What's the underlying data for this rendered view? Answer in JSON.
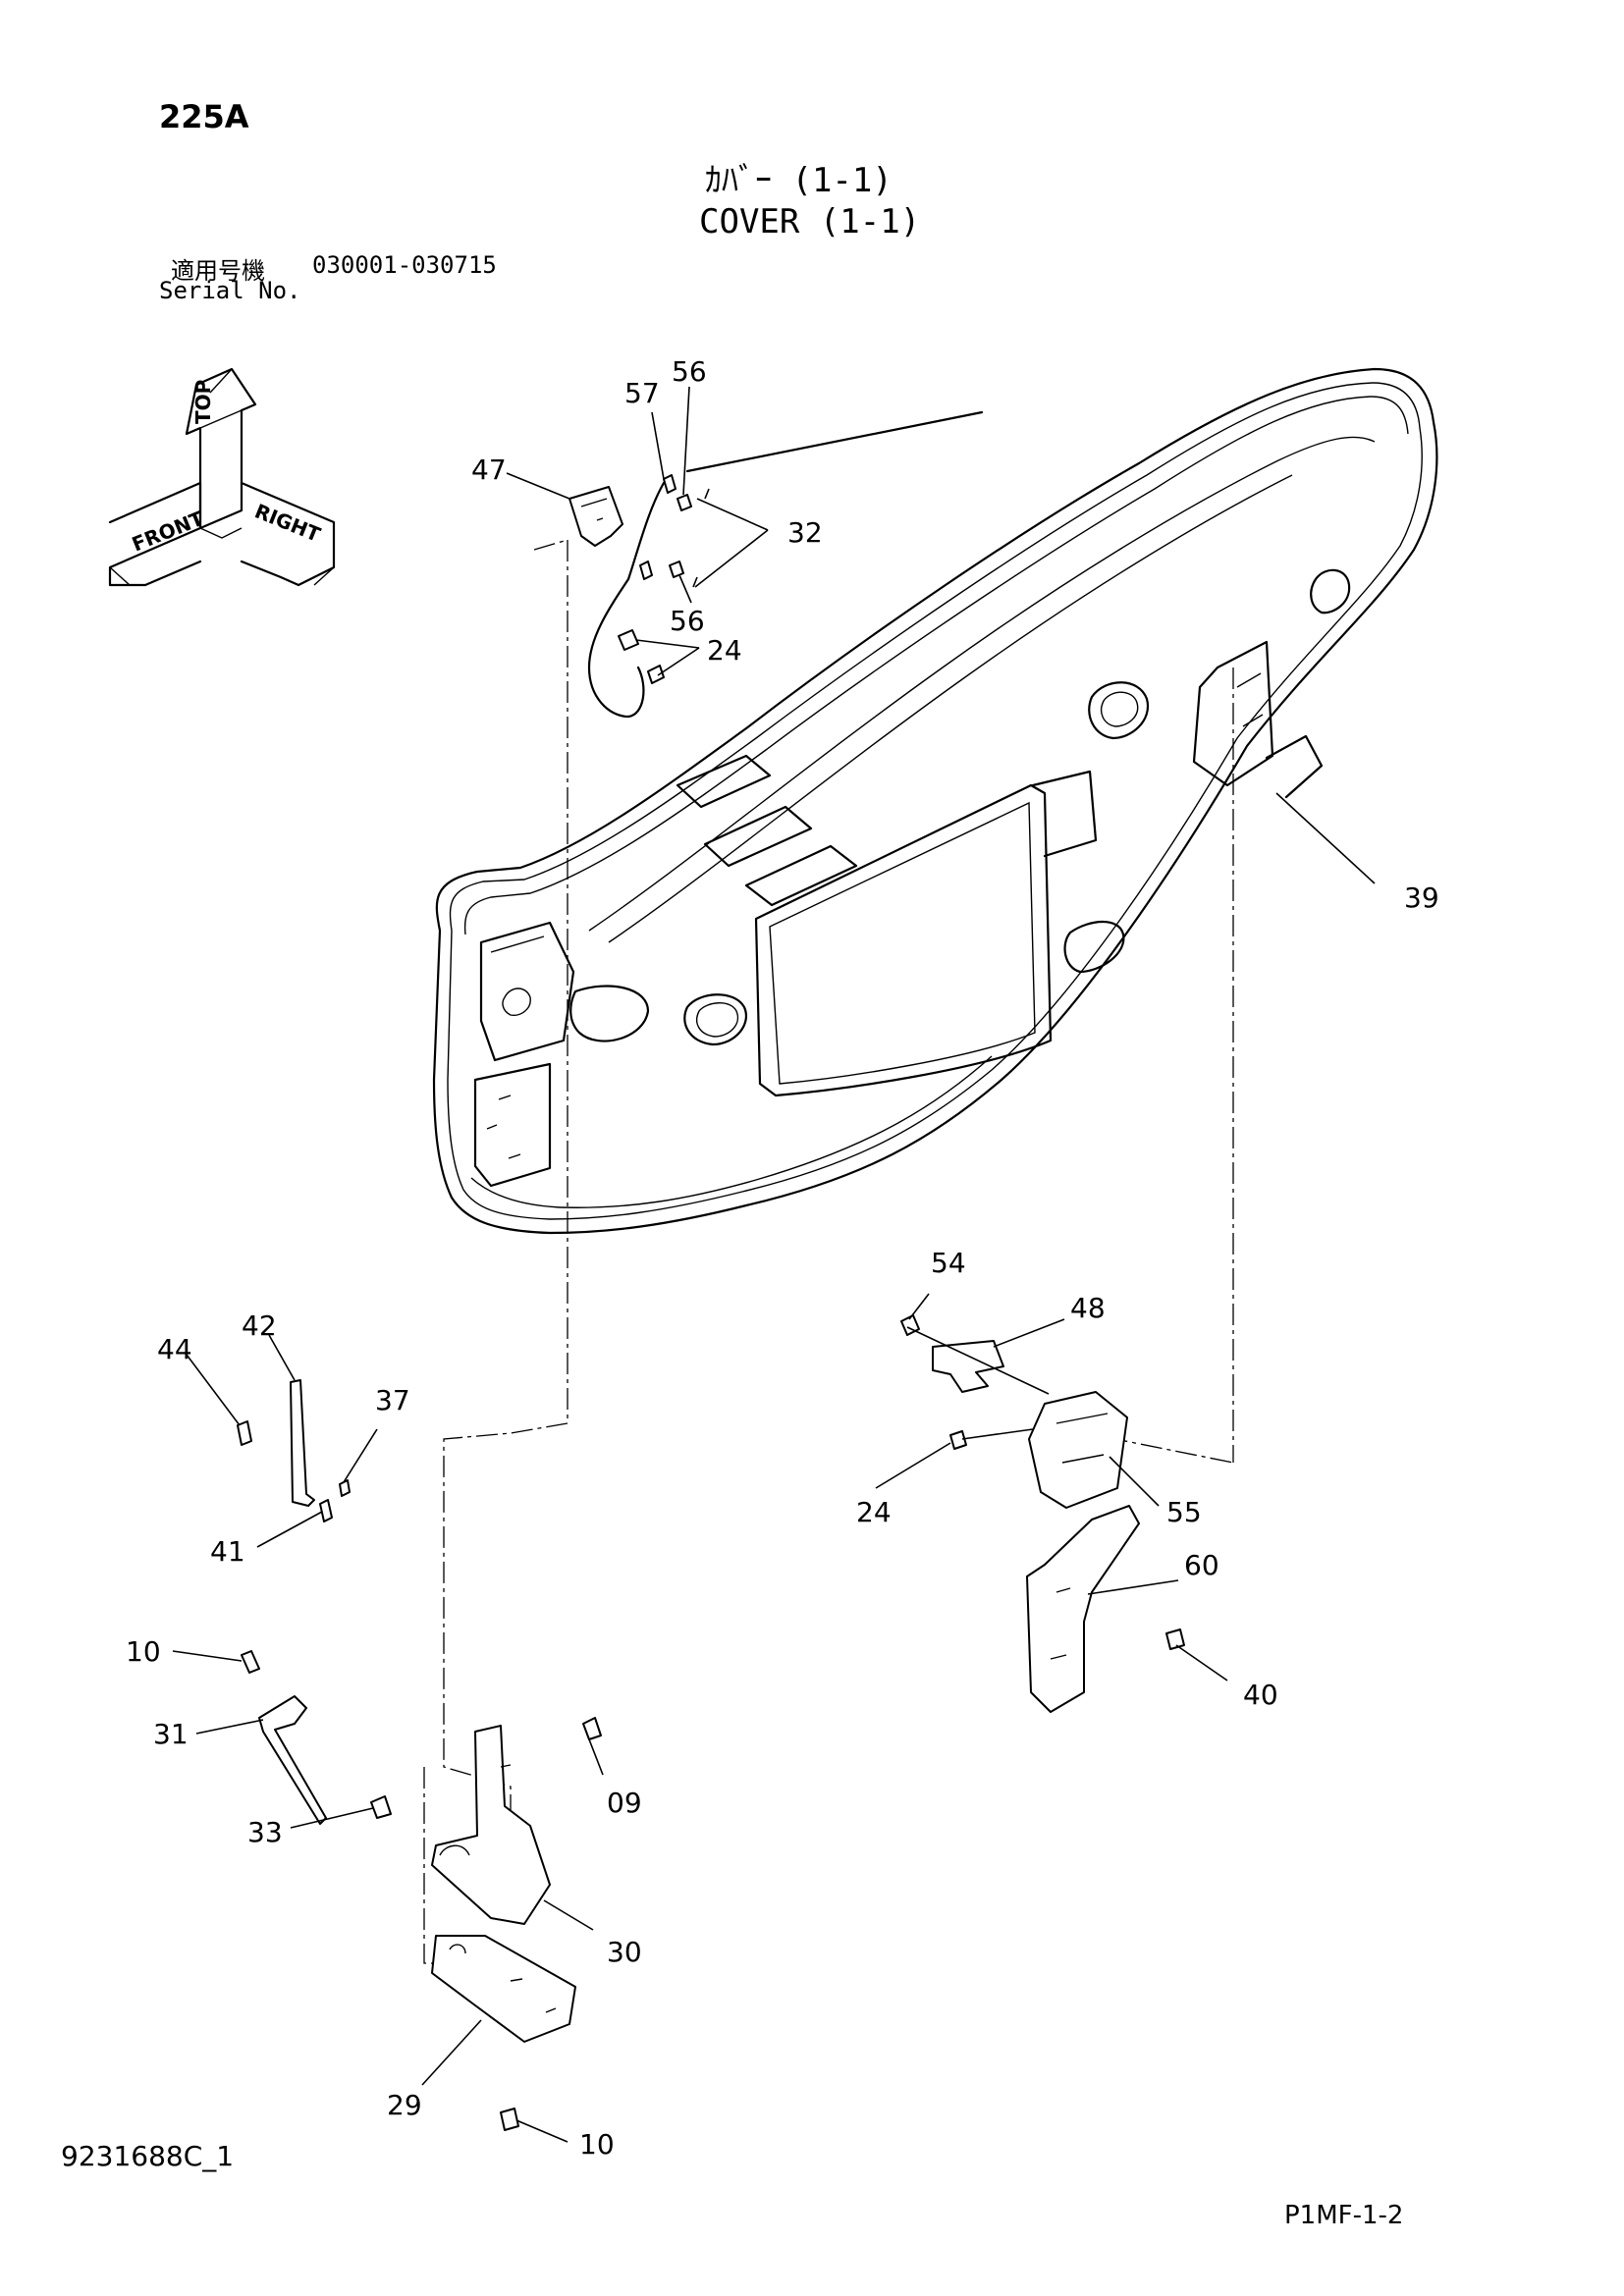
{
  "header": {
    "model": "225A",
    "title_jp": "ｶﾊﾞｰ (1-1)",
    "title_en": "COVER (1-1)",
    "serial_label_jp": "適用号機",
    "serial_range": "030001-030715",
    "serial_label_en": "Serial No."
  },
  "orientation": {
    "top": "TOP",
    "front": "FRONT",
    "right": "RIGHT"
  },
  "callouts": [
    "57",
    "56",
    "47",
    "32",
    "56",
    "24",
    "39",
    "44",
    "42",
    "37",
    "41",
    "54",
    "48",
    "24",
    "55",
    "60",
    "40",
    "10",
    "31",
    "09",
    "33",
    "30",
    "29",
    "10"
  ],
  "footer": {
    "doc_id": "9231688C_1",
    "page_id": "P1MF-1-2"
  }
}
